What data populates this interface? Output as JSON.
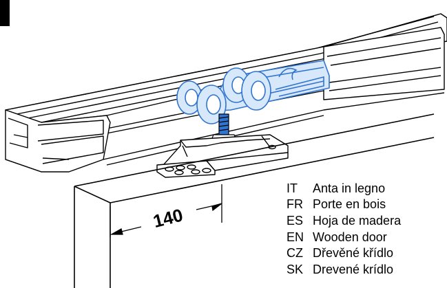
{
  "dimension": {
    "value": "140"
  },
  "legend": [
    {
      "code": "IT",
      "label": "Anta in legno"
    },
    {
      "code": "FR",
      "label": "Porte en bois"
    },
    {
      "code": "ES",
      "label": "Hoja de madera"
    },
    {
      "code": "EN",
      "label": "Wooden door"
    },
    {
      "code": "CZ",
      "label": "Dřevěné křídlo"
    },
    {
      "code": "SK",
      "label": "Drevené krídlo"
    }
  ],
  "colors": {
    "line": "#000000",
    "trolley": "#2f74d0",
    "trolley_light": "#d8e8fb"
  }
}
